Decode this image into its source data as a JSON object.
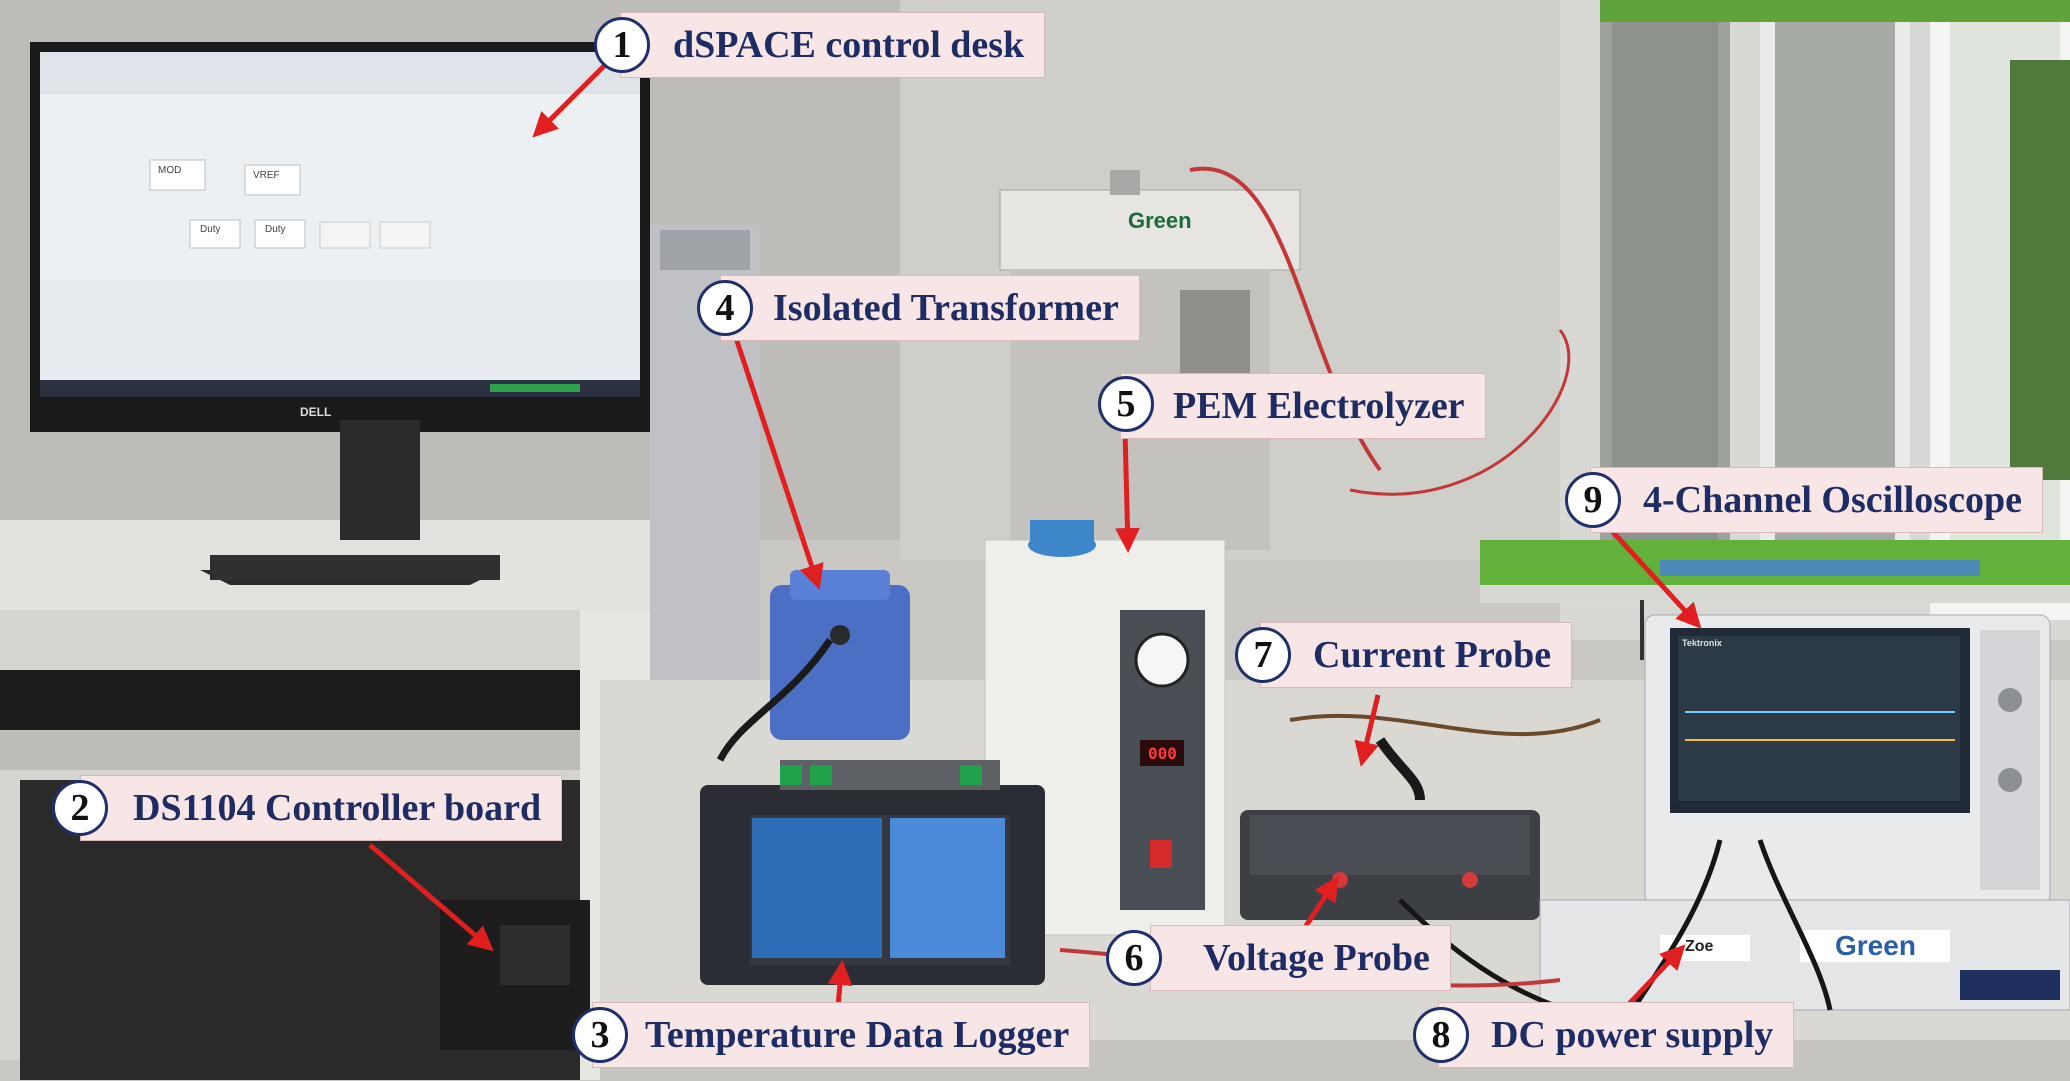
{
  "labels": [
    {
      "number": "1",
      "text": "dSPACE control desk"
    },
    {
      "number": "2",
      "text": "DS1104 Controller board"
    },
    {
      "number": "3",
      "text": "Temperature Data Logger"
    },
    {
      "number": "4",
      "text": "Isolated Transformer"
    },
    {
      "number": "5",
      "text": "PEM Electrolyzer"
    },
    {
      "number": "6",
      "text": "Voltage Probe"
    },
    {
      "number": "7",
      "text": "Current Probe"
    },
    {
      "number": "8",
      "text": "DC power supply"
    },
    {
      "number": "9",
      "text": "4-Channel Oscilloscope"
    }
  ],
  "scene": {
    "monitor_brand": "DELL",
    "screen_widgets": [
      "MOD",
      "VREF",
      "Duty",
      "Duty"
    ],
    "electrolyzer_brand": "Green",
    "electrolyzer_display": "000",
    "psu_brand": "Green",
    "psu_label": "Zoe",
    "scope_brand": "Tektronix"
  },
  "colors": {
    "label_background": "#f8e6e6",
    "label_text": "#1d2c63",
    "arrow": "#e02020",
    "circle_border": "#1f2f6b"
  }
}
